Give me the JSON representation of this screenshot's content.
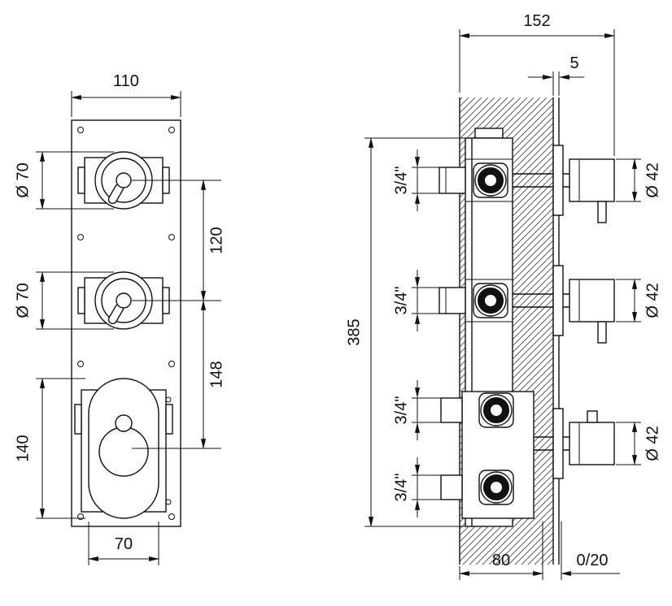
{
  "drawing": {
    "kind": "technical-dimension-drawing",
    "views": [
      "front",
      "side"
    ]
  },
  "front": {
    "plate_width": "110",
    "knob_diameter_top": "Ø 70",
    "knob_diameter_middle": "Ø 70",
    "center_distance_top_middle": "120",
    "center_distance_middle_bottom": "148",
    "escutcheon_height": "140",
    "escutcheon_width": "70"
  },
  "side": {
    "total_depth": "152",
    "wall_allowance": "5",
    "thread_top": "3/4\"",
    "thread_middle": "3/4\"",
    "thread_bottom_upper": "3/4\"",
    "thread_bottom_lower": "3/4\"",
    "handle_diameter_top": "Ø 42",
    "handle_diameter_middle": "Ø 42",
    "handle_diameter_bottom": "Ø 42",
    "total_height": "385",
    "rough_in_depth": "80",
    "finished_wall_range": "0/20"
  },
  "colors": {
    "line": "#111111",
    "background": "#ffffff"
  }
}
